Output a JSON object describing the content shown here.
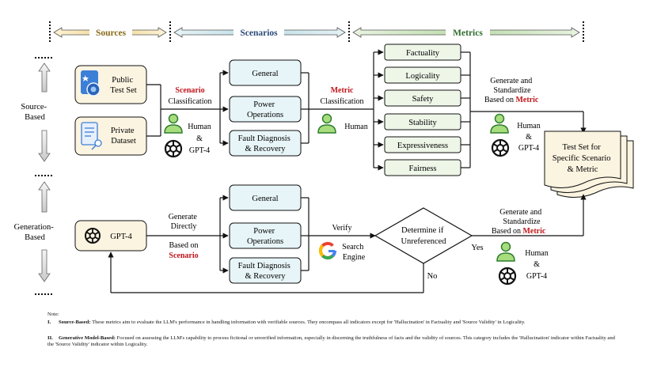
{
  "header": {
    "sources": "Sources",
    "scenarios": "Scenarios",
    "metrics": "Metrics",
    "colors": {
      "sources": "#8a6a1a",
      "scenarios": "#2c4a7a",
      "metrics": "#2e6b2e"
    }
  },
  "left_axis": {
    "source_based": "Source-\nBased",
    "generation_based": "Generation-\nBased"
  },
  "sources": {
    "public": "Public\nTest Set",
    "private": "Private\nDataset"
  },
  "scenario_classification": {
    "keyword": "Scenario",
    "rest": "Classification"
  },
  "human_gpt_block": {
    "human": "Human",
    "amp": "&",
    "gpt4": "GPT-4"
  },
  "scenarios": [
    "General",
    "Power\nOperations",
    "Fault Diagnosis\n& Recovery"
  ],
  "metric_classification": {
    "keyword": "Metric",
    "rest": "Classification",
    "human": "Human"
  },
  "metrics": [
    "Factuality",
    "Logicality",
    "Safety",
    "Stability",
    "Expressiveness",
    "Fairness"
  ],
  "generate_top": {
    "line1": "Generate and",
    "line2": "Standardize",
    "line3": "Based on",
    "keyword": "Metric"
  },
  "test_set": "Test Set for\nSpecific Scenario\n& Metric",
  "generation": {
    "gpt4": "GPT-4",
    "generate_directly": "Generate\nDirectly",
    "based_on": "Based on",
    "scenario_keyword": "Scenario",
    "verify": "Verify",
    "search_engine": "Search\nEngine",
    "decision": "Determine if\nUnreferenced",
    "yes": "Yes",
    "no": "No",
    "gen_line1": "Generate and",
    "gen_line2": "Standardize",
    "gen_line3": "Based on",
    "gen_keyword": "Metric"
  },
  "note": {
    "title": "Note:",
    "items": [
      {
        "num": "I.",
        "head": "Source-Based:",
        "text": " These metrics aim to evaluate the LLM's performance in handling information with verifiable sources. They encompass all indicators except for 'Hallucination' in Factuality and 'Source Validity' in Logicality."
      },
      {
        "num": "II.",
        "head": "Generative Model-Based:",
        "text": " Focused on assessing the LLM's capability to process fictional or unverified information, especially in discerning the truthfulness of facts and the validity of sources. This category includes the 'Hallucination' indicator within Factuality and the 'Source Validity' indicator within Logicality."
      }
    ]
  }
}
